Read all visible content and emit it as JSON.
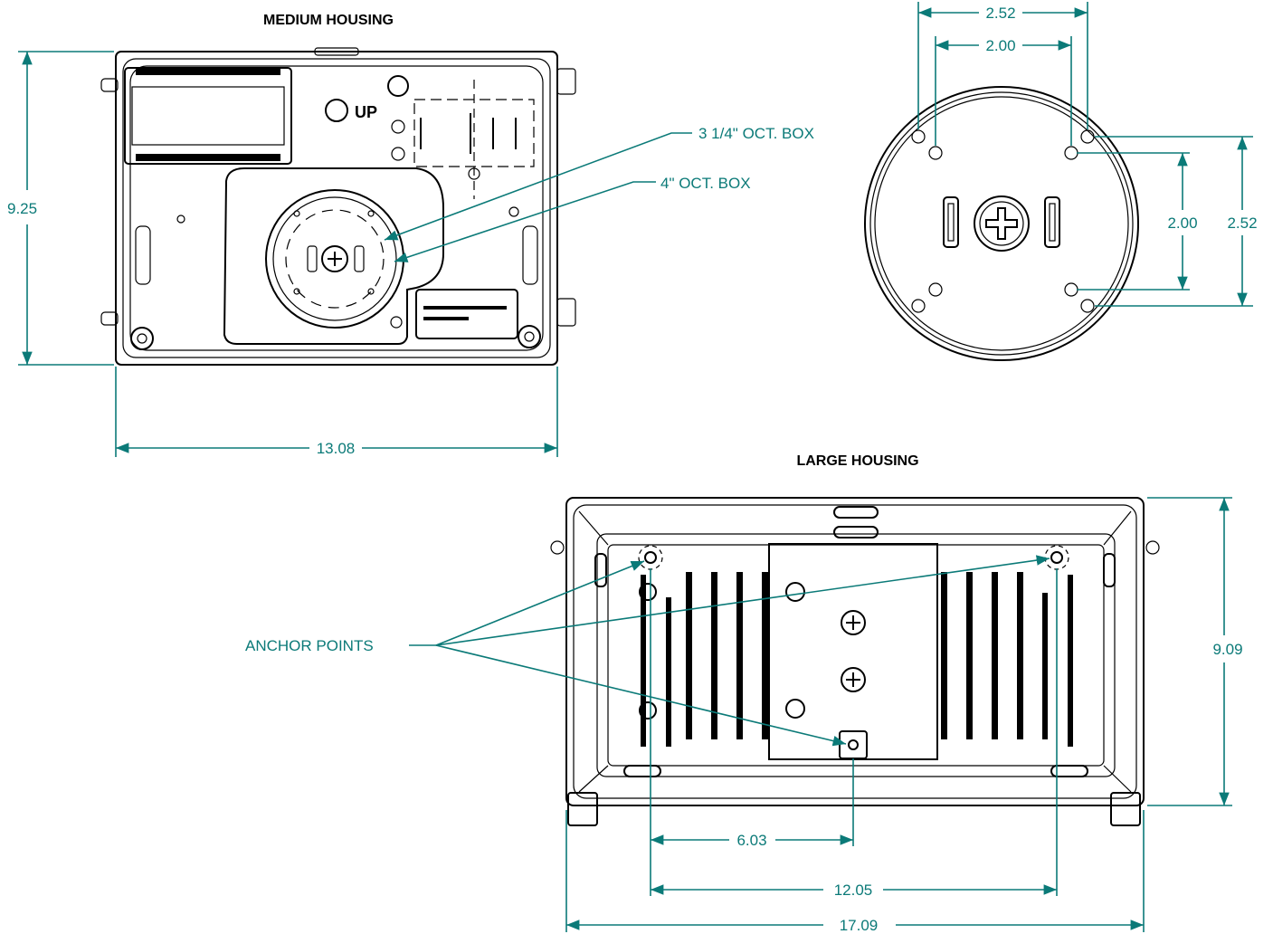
{
  "titles": {
    "medium": "MEDIUM HOUSING",
    "large": "LARGE HOUSING"
  },
  "medium": {
    "height": "9.25",
    "width": "13.08",
    "callout_small_box": "3 1/4\" OCT. BOX",
    "callout_large_box": "4\" OCT. BOX",
    "logo": "UP"
  },
  "plate": {
    "outer_spacing": "2.52",
    "inner_spacing": "2.00",
    "vertical_inner": "2.00",
    "vertical_outer": "2.52"
  },
  "large": {
    "height": "9.09",
    "anchor_label": "ANCHOR POINTS",
    "dim_anchor_to_center": "6.03",
    "dim_anchor_span": "12.05",
    "dim_overall_width": "17.09"
  },
  "colors": {
    "dimension": "#0b7a78",
    "line": "#000000"
  }
}
